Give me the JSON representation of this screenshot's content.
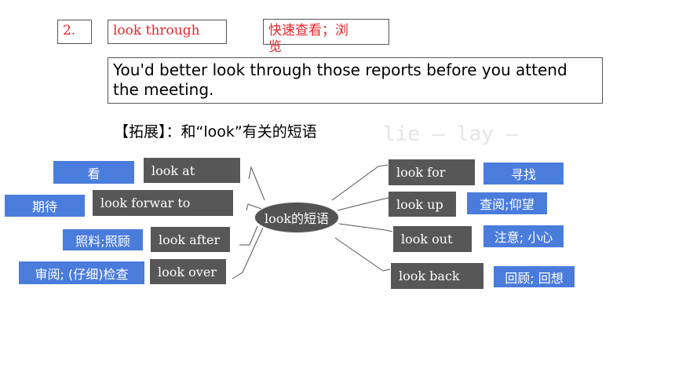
{
  "header": {
    "number": "2.",
    "phrase": "look through",
    "meaning_line1": "快速查看；浏",
    "meaning_line2": "览"
  },
  "example": {
    "line1": "You'd better look through those reports before you attend",
    "line2": "the meeting."
  },
  "extension_heading": "【拓展】：和“look”有关的短语",
  "ghost_text": "lie — lay —",
  "mindmap": {
    "center": "look的短语",
    "left": [
      {
        "phrase": "look at",
        "meaning": "看"
      },
      {
        "phrase": "look forwar to",
        "meaning": "期待"
      },
      {
        "phrase": "look after",
        "meaning": "照料;照顾"
      },
      {
        "phrase": "look over",
        "meaning": "审阅; (仔细)检查"
      }
    ],
    "right": [
      {
        "phrase": "look for",
        "meaning": "寻找"
      },
      {
        "phrase": "look up",
        "meaning": "查阅;仰望"
      },
      {
        "phrase": "look out",
        "meaning": "注意; 小心"
      },
      {
        "phrase": "look back",
        "meaning": "回顾; 回想"
      }
    ]
  },
  "colors": {
    "accent_red": "#e8242b",
    "node_dark": "#575757",
    "node_blue": "#4a7cdc"
  }
}
